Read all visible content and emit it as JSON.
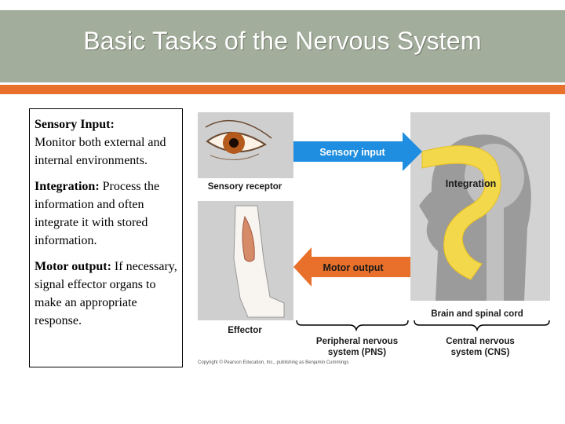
{
  "slide": {
    "title": "Basic Tasks of the Nervous System"
  },
  "textbox": {
    "items": [
      {
        "term": "Sensory Input:",
        "text": "Monitor both external and internal environments."
      },
      {
        "term": "Integration:",
        "text": "Process the information and often integrate it with stored information."
      },
      {
        "term": "Motor output:",
        "text": "If necessary, signal effector organs to make an appropriate response."
      }
    ]
  },
  "diagram": {
    "sensory_input_label": "Sensory input",
    "sensory_receptor_label": "Sensory receptor",
    "integration_label": "Integration",
    "motor_output_label": "Motor output",
    "effector_label": "Effector",
    "brain_label": "Brain and spinal cord",
    "pns_line1": "Peripheral nervous",
    "pns_line2": "system (PNS)",
    "cns_line1": "Central nervous",
    "cns_line2": "system (CNS)",
    "copyright": "Copyright © Pearson Education, Inc., publishing as Benjamin Cummings"
  },
  "colors": {
    "title_bar": "#a3ad9b",
    "accent": "#e8702a",
    "sensory_arrow": "#1f8ee0",
    "motor_arrow": "#e8702a",
    "integration_arrow": "#f2d84a"
  }
}
